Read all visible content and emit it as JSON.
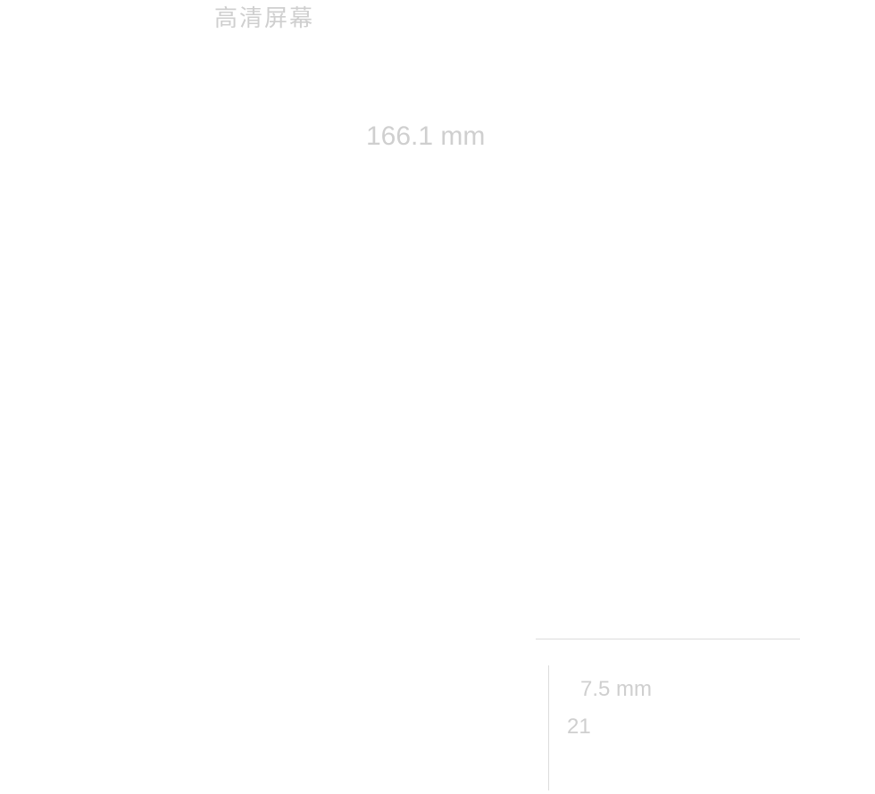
{
  "title": "高清屏幕",
  "dimensions": {
    "height_label": "166.1 mm",
    "depth_label": "7.5 mm",
    "extra_label": "21"
  }
}
